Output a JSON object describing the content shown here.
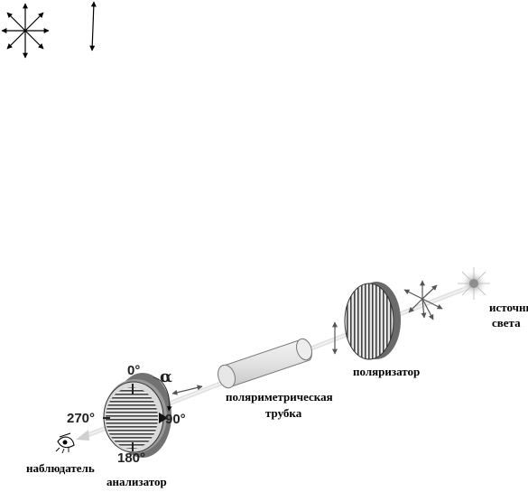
{
  "labels": {
    "source": "источник",
    "source2": "света",
    "polarizer": "поляризатор",
    "tube": "поляриметрическая",
    "tube2": "трубка",
    "observer": "наблюдатель",
    "analyzer": "анализатор"
  },
  "dial": {
    "deg_0": "0°",
    "deg_90": "90°",
    "deg_180": "180°",
    "deg_270": "270°",
    "angle": "α"
  },
  "colors": {
    "disk_rim": "#6f6f6f",
    "disk_face": "#d9d9d9",
    "stripes": "#444444",
    "beam": "#dcdcdc",
    "source_glow": "#c8c8c8"
  }
}
